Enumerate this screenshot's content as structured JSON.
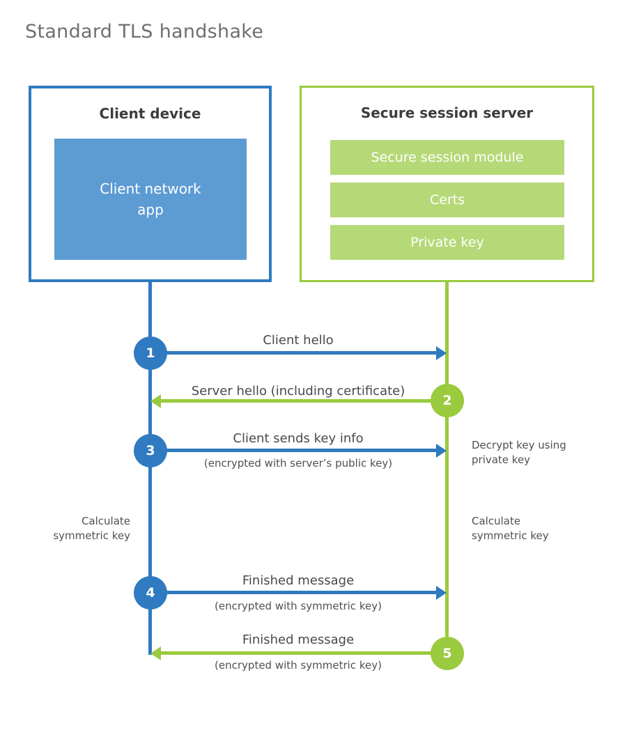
{
  "title": "Standard TLS handshake",
  "client_box": {
    "title": "Client device",
    "app": "Client network\napp"
  },
  "server_box": {
    "title": "Secure session server",
    "modules": [
      "Secure session module",
      "Certs",
      "Private key"
    ]
  },
  "steps": [
    {
      "num": "1",
      "direction": "client-to-server",
      "label": "Client hello",
      "sub": ""
    },
    {
      "num": "2",
      "direction": "server-to-client",
      "label": "Server hello (including certificate)",
      "sub": ""
    },
    {
      "num": "3",
      "direction": "client-to-server",
      "label": "Client sends key info",
      "sub": "(encrypted with server’s public key)"
    },
    {
      "num": "4",
      "direction": "client-to-server",
      "label": "Finished message",
      "sub": "(encrypted with symmetric key)"
    },
    {
      "num": "5",
      "direction": "server-to-client",
      "label": "Finished message",
      "sub": "(encrypted with symmetric key)"
    }
  ],
  "notes": {
    "decrypt_right": "Decrypt key using\nprivate key",
    "calc_left": "Calculate\nsymmetric key",
    "calc_right": "Calculate\nsymmetric key"
  },
  "colors": {
    "blue": "#2f7ac0",
    "blue_fill": "#5d9bd3",
    "green": "#9aca3e",
    "green_fill": "#b5d977",
    "title_gray": "#6e6f71",
    "heading_dark": "#3b3c3e",
    "label_gray": "#48494b"
  }
}
